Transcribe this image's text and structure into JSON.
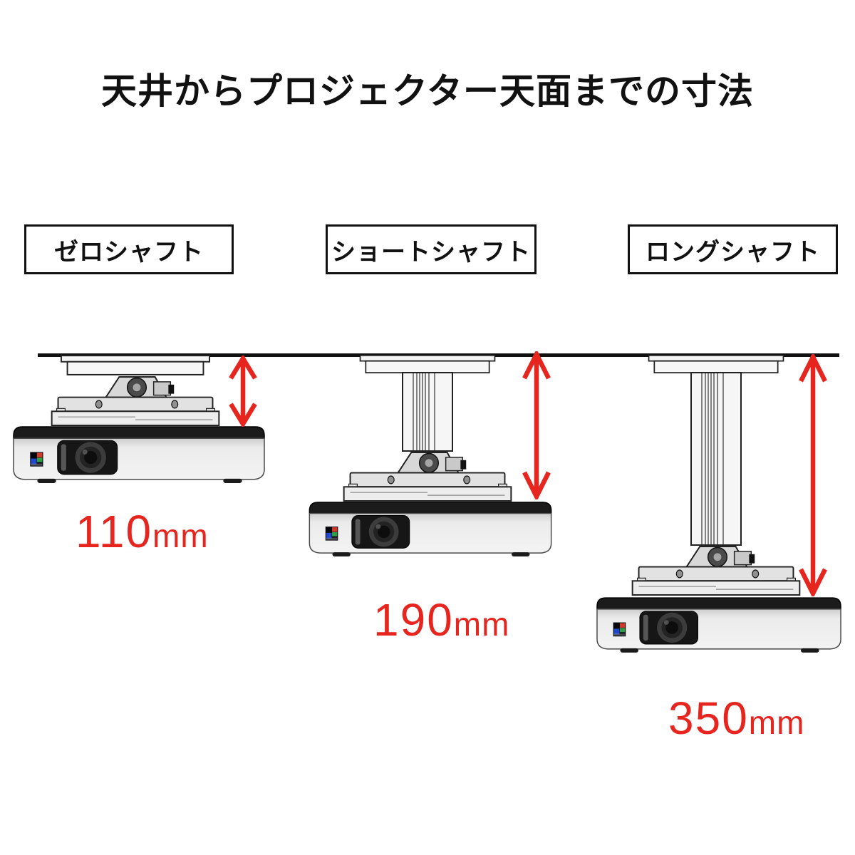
{
  "title": "天井からプロジェクター天面までの寸法",
  "variants": [
    {
      "name": "ゼロシャフト",
      "value": "110",
      "unit": "mm"
    },
    {
      "name": "ショートシャフト",
      "value": "190",
      "unit": "mm"
    },
    {
      "name": "ロングシャフト",
      "value": "350",
      "unit": "mm"
    }
  ],
  "colors": {
    "measure_red": "#e6251f",
    "ceiling_line": "#111111",
    "box_border": "#111111",
    "projector_top": "#1b1b1b",
    "projector_body": "#ececec"
  }
}
